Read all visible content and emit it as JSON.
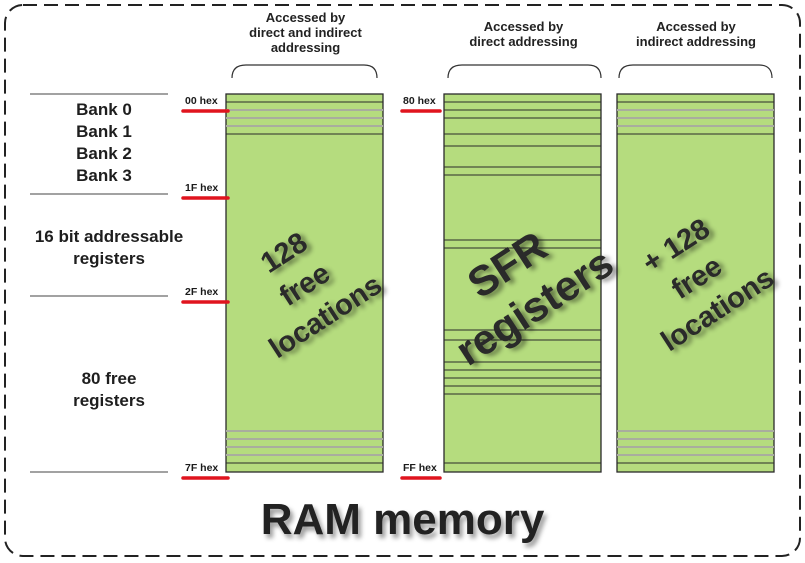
{
  "title": "RAM memory",
  "headers": {
    "col1": [
      "Accessed by",
      "direct and indirect",
      "addressing"
    ],
    "col2": [
      "Accessed by",
      "direct addressing"
    ],
    "col3": [
      "Accessed by",
      "indirect addressing"
    ]
  },
  "left_labels": {
    "banks": [
      "Bank 0",
      "Bank 1",
      "Bank 2",
      "Bank 3"
    ],
    "bit_addressable": [
      "16 bit addressable",
      "registers"
    ],
    "free": [
      "80 free",
      "registers"
    ]
  },
  "addresses": {
    "a00": "00 hex",
    "a1f": "1F hex",
    "a2f": "2F hex",
    "a7f": "7F hex",
    "a80": "80 hex",
    "aff": "FF hex"
  },
  "blocks": {
    "lower": [
      "128",
      "free",
      "locations"
    ],
    "sfr": [
      "SFR",
      "registers"
    ],
    "upper": [
      "+ 128",
      "free",
      "locations"
    ]
  },
  "colors": {
    "fill": "#b5dc7e",
    "outline": "#2b2b2b",
    "underline": "#e0141e",
    "grey_band": "#a9ad9e"
  }
}
